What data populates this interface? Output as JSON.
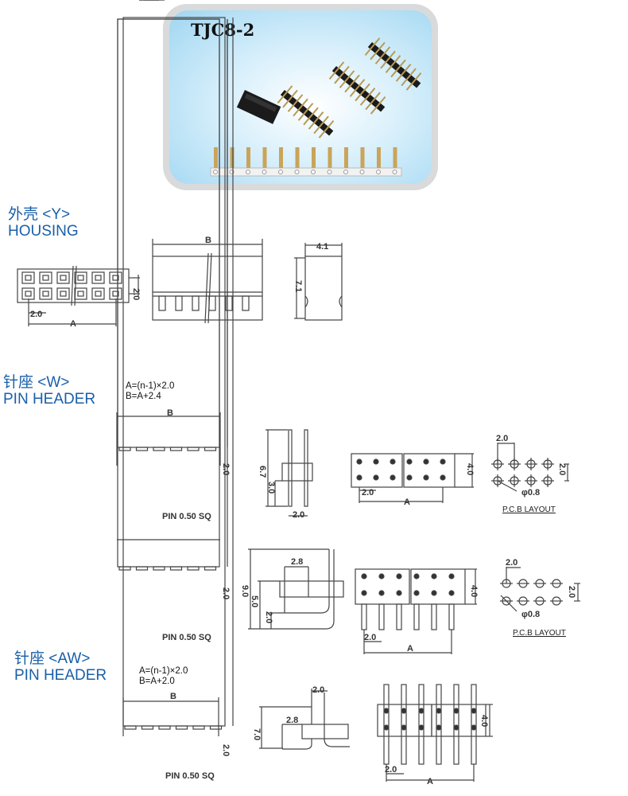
{
  "photo": {
    "title": "TJC8-2"
  },
  "housing": {
    "title_cn": "外壳 <Y>",
    "title_en": "HOUSING",
    "dims": {
      "pitch_v": "2.0",
      "pitch_h": "2.0",
      "a": "A",
      "b": "B",
      "depth": "4.1",
      "height": "7.1"
    }
  },
  "pin_header_w": {
    "title_cn": "针座 <W>",
    "title_en": "PIN HEADER",
    "formula_a": "A=(n-1)×2.0",
    "formula_b": "B=A+2.4",
    "straight": {
      "b": "B",
      "body": "2.0",
      "pin_note": "PIN 0.50 SQ",
      "total": "6.7",
      "tail": "3.0",
      "pitch": "2.0",
      "row": "4.0",
      "pitch2": "2.0",
      "a": "A"
    },
    "right_angle": {
      "body": "2.0",
      "pin_note": "PIN 0.50 SQ",
      "total": "9.0",
      "mid": "5.0",
      "low": "2.0",
      "offset": "2.8",
      "row": "4.0",
      "pitch": "2.0",
      "a": "A"
    },
    "pcb1": {
      "pitch_top": "2.0",
      "pitch_side": "2.0",
      "hole": "φ0.8",
      "caption": "P.C.B  LAYOUT"
    },
    "pcb2": {
      "pitch_top": "2.0",
      "pitch_side": "2.0",
      "hole": "φ0.8",
      "caption": "P.C.B  LAYOUT"
    }
  },
  "pin_header_aw": {
    "title_cn": "针座 <AW>",
    "title_en": "PIN HEADER",
    "formula_a": "A=(n-1)×2.0",
    "formula_b": "B=A+2.0",
    "dims": {
      "b": "B",
      "body": "2.0",
      "pin_note": "PIN 0.50 SQ",
      "total": "7.0",
      "offset": "2.8",
      "pitch_top": "2.0",
      "row": "4.0",
      "pitch": "2.0",
      "a": "A"
    }
  }
}
